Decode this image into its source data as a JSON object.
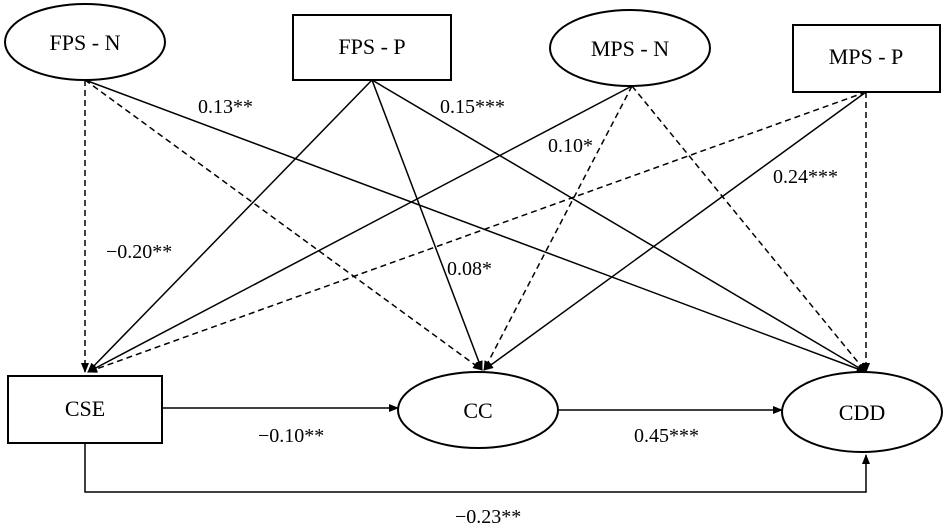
{
  "nodes": {
    "fps_n": {
      "label": "FPS - N"
    },
    "fps_p": {
      "label": "FPS - P"
    },
    "mps_n": {
      "label": "MPS - N"
    },
    "mps_p": {
      "label": "MPS - P"
    },
    "cse": {
      "label": "CSE"
    },
    "cc": {
      "label": "CC"
    },
    "cdd": {
      "label": "CDD"
    }
  },
  "edges": [
    {
      "id": "fpsn-cse",
      "from": "FPS - N",
      "to": "CSE",
      "style": "dashed",
      "label": ""
    },
    {
      "id": "fpsn-cc",
      "from": "FPS - N",
      "to": "CC",
      "style": "dashed",
      "label": ""
    },
    {
      "id": "fpsn-cdd",
      "from": "FPS - N",
      "to": "CDD",
      "style": "solid",
      "label": "0.13**"
    },
    {
      "id": "fpsp-cse",
      "from": "FPS - P",
      "to": "CSE",
      "style": "solid",
      "label": "−0.20**"
    },
    {
      "id": "fpsp-cc",
      "from": "FPS - P",
      "to": "CC",
      "style": "solid",
      "label": "0.08*"
    },
    {
      "id": "fpsp-cdd",
      "from": "FPS - P",
      "to": "CDD",
      "style": "solid",
      "label": "0.15***"
    },
    {
      "id": "mpsn-cse",
      "from": "MPS - N",
      "to": "CSE",
      "style": "solid",
      "label": "0.10*"
    },
    {
      "id": "mpsn-cc",
      "from": "MPS - N",
      "to": "CC",
      "style": "dashed",
      "label": ""
    },
    {
      "id": "mpsn-cdd",
      "from": "MPS - N",
      "to": "CDD",
      "style": "dashed",
      "label": ""
    },
    {
      "id": "mpsp-cse",
      "from": "MPS - P",
      "to": "CSE",
      "style": "dashed",
      "label": ""
    },
    {
      "id": "mpsp-cc",
      "from": "MPS - P",
      "to": "CC",
      "style": "solid",
      "label": "0.24***"
    },
    {
      "id": "mpsp-cdd",
      "from": "MPS - P",
      "to": "CDD",
      "style": "dashed",
      "label": ""
    },
    {
      "id": "cse-cc",
      "from": "CSE",
      "to": "CC",
      "style": "solid",
      "label": "−0.10**"
    },
    {
      "id": "cc-cdd",
      "from": "CC",
      "to": "CDD",
      "style": "solid",
      "label": "0.45***"
    },
    {
      "id": "cse-cdd",
      "from": "CSE",
      "to": "CDD",
      "style": "solid",
      "label": "−0.23**"
    }
  ]
}
